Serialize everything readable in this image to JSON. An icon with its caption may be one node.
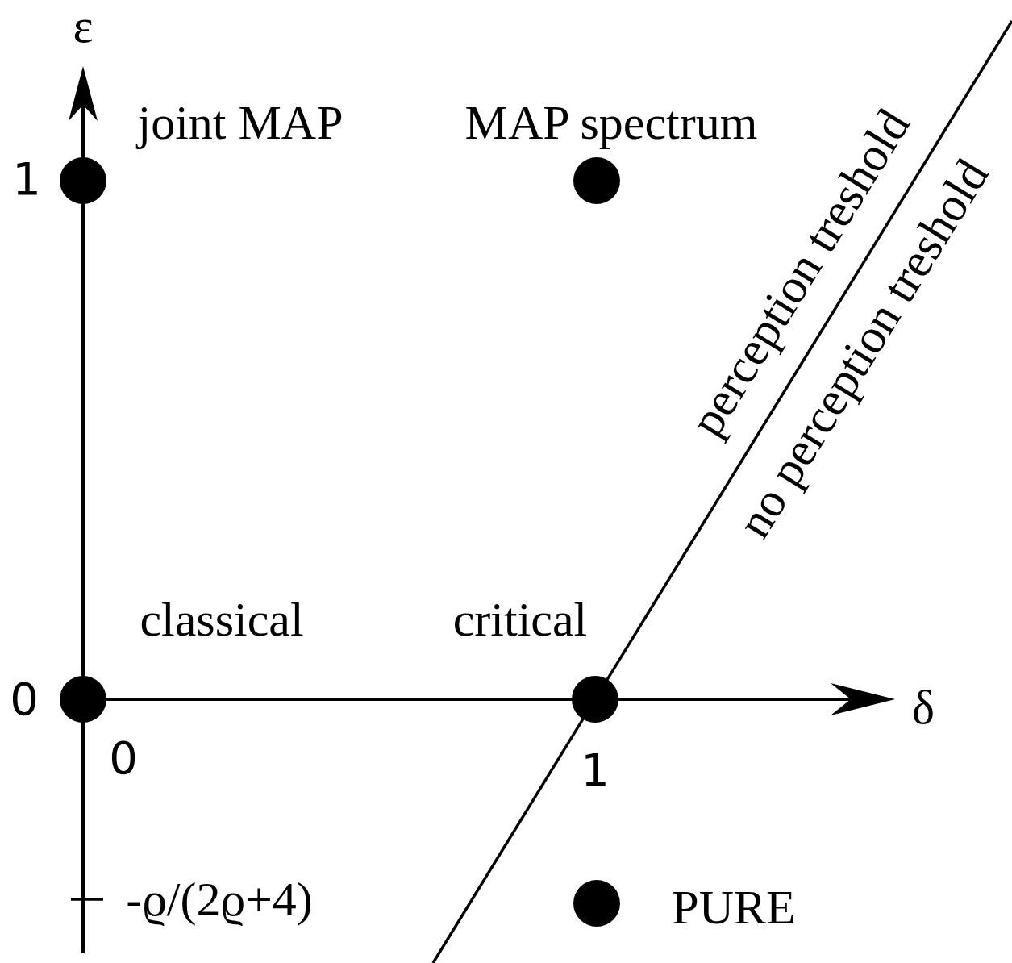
{
  "diagram": {
    "nodes": [
      {
        "text": [],
        "shape": "circle",
        "beside": [
          "joint MAP"
        ]
      },
      {
        "text": [],
        "shape": "circle",
        "beside": [
          "MAP spectrum"
        ]
      },
      {
        "text": [],
        "shape": "circle",
        "beside": [
          "classical"
        ]
      },
      {
        "text": [],
        "shape": "circle",
        "beside": [
          "critical"
        ]
      },
      {
        "text": [],
        "shape": "circle",
        "beside": [
          "PURE"
        ]
      }
    ],
    "edges": [],
    "labels": [
      "ε",
      "1",
      "perception treshold",
      "no perception treshold",
      "0",
      "δ",
      "0",
      "1",
      "-ϱ/(2ϱ+4)"
    ]
  }
}
